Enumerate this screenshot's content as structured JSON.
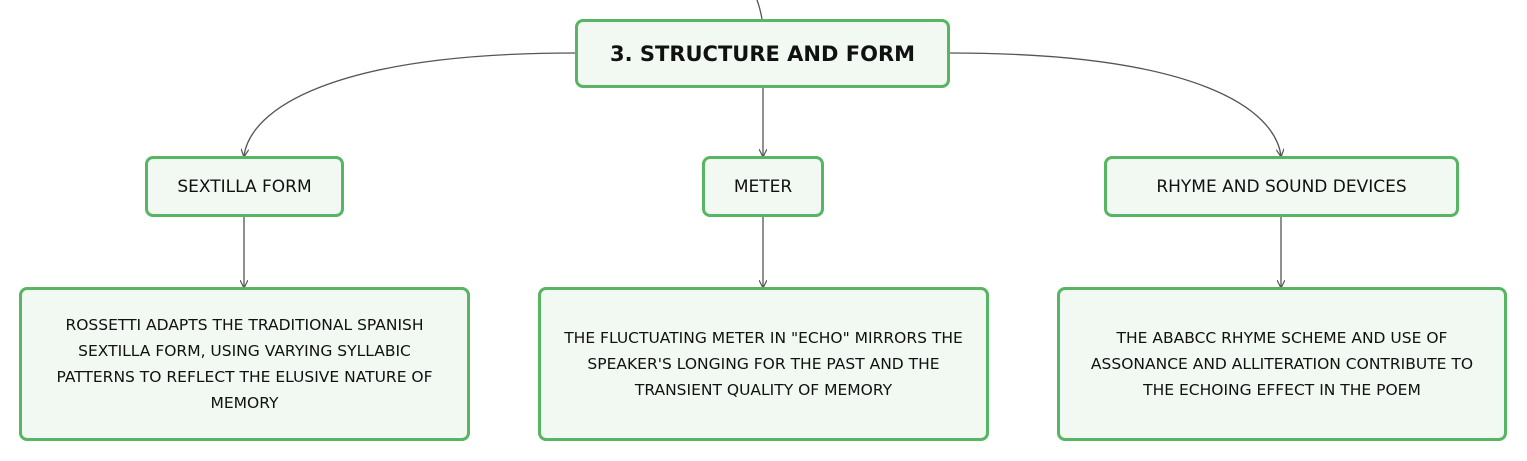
{
  "root": {
    "label": "3. STRUCTURE AND FORM"
  },
  "branches": [
    {
      "label": "SEXTILLA FORM",
      "detail": "ROSSETTI ADAPTS THE TRADITIONAL SPANISH SEXTILLA FORM, USING VARYING SYLLABIC PATTERNS TO REFLECT THE ELUSIVE NATURE OF MEMORY"
    },
    {
      "label": "METER",
      "detail": "THE FLUCTUATING METER IN \"ECHO\" MIRRORS THE SPEAKER'S LONGING FOR THE PAST AND THE TRANSIENT QUALITY OF MEMORY"
    },
    {
      "label": "RHYME AND SOUND DEVICES",
      "detail": "THE ABABCC RHYME SCHEME AND USE OF ASSONANCE AND ALLITERATION CONTRIBUTE TO THE ECHOING EFFECT IN THE POEM"
    }
  ],
  "colors": {
    "node_border": "#58b563",
    "node_fill": "#f1f9f2",
    "connector": "#555555",
    "text": "#111111"
  }
}
